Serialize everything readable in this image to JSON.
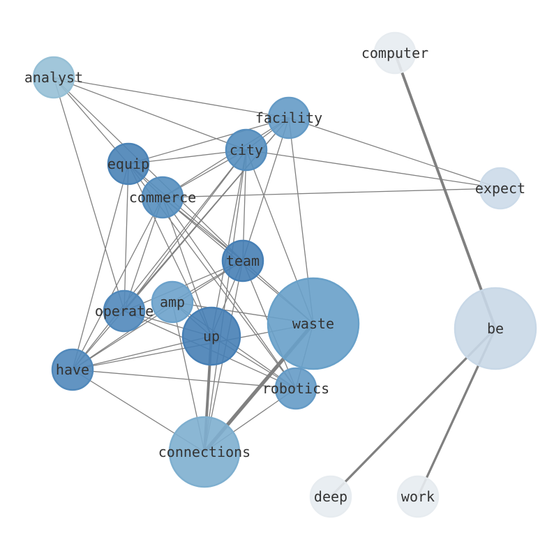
{
  "graph": {
    "nodes": [
      {
        "id": "analyst",
        "label": "analyst",
        "color": "#9ecae1"
      },
      {
        "id": "facility",
        "label": "facility",
        "color": "#6aa3d0"
      },
      {
        "id": "city",
        "label": "city",
        "color": "#5a96c8"
      },
      {
        "id": "equip",
        "label": "equip",
        "color": "#4f8ac0"
      },
      {
        "id": "commerce",
        "label": "commerce",
        "color": "#5a96c8"
      },
      {
        "id": "team",
        "label": "team",
        "color": "#4a86bf"
      },
      {
        "id": "operate",
        "label": "operate",
        "color": "#5590c5"
      },
      {
        "id": "amp",
        "label": "amp",
        "color": "#72abd6"
      },
      {
        "id": "up",
        "label": "up",
        "color": "#4a86bf"
      },
      {
        "id": "waste",
        "label": "waste",
        "color": "#6ea9d4"
      },
      {
        "id": "have",
        "label": "have",
        "color": "#5590c5"
      },
      {
        "id": "robotics",
        "label": "robotics",
        "color": "#6aa3d0"
      },
      {
        "id": "connections",
        "label": "connections",
        "color": "#85b8da"
      },
      {
        "id": "computer",
        "label": "computer",
        "color": "#f3f8fd"
      },
      {
        "id": "expect",
        "label": "expect",
        "color": "#d7e6f5"
      },
      {
        "id": "be",
        "label": "be",
        "color": "#d3e3f3"
      },
      {
        "id": "deep",
        "label": "deep",
        "color": "#f3f8fd"
      },
      {
        "id": "work",
        "label": "work",
        "color": "#f3f8fd"
      }
    ],
    "edges": [
      [
        "analyst",
        "facility",
        1
      ],
      [
        "analyst",
        "city",
        1
      ],
      [
        "analyst",
        "equip",
        1
      ],
      [
        "analyst",
        "team",
        1
      ],
      [
        "analyst",
        "operate",
        1
      ],
      [
        "facility",
        "expect",
        1
      ],
      [
        "facility",
        "equip",
        1
      ],
      [
        "facility",
        "city",
        1
      ],
      [
        "facility",
        "commerce",
        1
      ],
      [
        "facility",
        "team",
        1
      ],
      [
        "facility",
        "waste",
        1
      ],
      [
        "facility",
        "operate",
        1
      ],
      [
        "facility",
        "have",
        1
      ],
      [
        "city",
        "equip",
        1
      ],
      [
        "city",
        "expect",
        1
      ],
      [
        "city",
        "commerce",
        1
      ],
      [
        "city",
        "team",
        1
      ],
      [
        "city",
        "up",
        1
      ],
      [
        "city",
        "waste",
        1
      ],
      [
        "city",
        "operate",
        1
      ],
      [
        "city",
        "have",
        1
      ],
      [
        "city",
        "connections",
        1
      ],
      [
        "equip",
        "commerce",
        1
      ],
      [
        "equip",
        "team",
        1
      ],
      [
        "equip",
        "operate",
        1
      ],
      [
        "equip",
        "have",
        1
      ],
      [
        "equip",
        "up",
        1
      ],
      [
        "equip",
        "robotics",
        1
      ],
      [
        "commerce",
        "expect",
        1
      ],
      [
        "commerce",
        "team",
        1
      ],
      [
        "commerce",
        "operate",
        1
      ],
      [
        "commerce",
        "have",
        1
      ],
      [
        "commerce",
        "up",
        1
      ],
      [
        "commerce",
        "robotics",
        1
      ],
      [
        "commerce",
        "waste",
        1
      ],
      [
        "team",
        "operate",
        1
      ],
      [
        "team",
        "amp",
        1
      ],
      [
        "team",
        "have",
        1
      ],
      [
        "team",
        "up",
        1
      ],
      [
        "team",
        "waste",
        1
      ],
      [
        "team",
        "robotics",
        1
      ],
      [
        "team",
        "connections",
        1
      ],
      [
        "operate",
        "up",
        1
      ],
      [
        "operate",
        "robotics",
        1
      ],
      [
        "amp",
        "waste",
        1
      ],
      [
        "amp",
        "have",
        1
      ],
      [
        "amp",
        "robotics",
        1
      ],
      [
        "amp",
        "connections",
        1
      ],
      [
        "amp",
        "up",
        1
      ],
      [
        "up",
        "have",
        1
      ],
      [
        "up",
        "connections",
        3
      ],
      [
        "up",
        "robotics",
        1
      ],
      [
        "waste",
        "have",
        1
      ],
      [
        "waste",
        "connections",
        4
      ],
      [
        "waste",
        "robotics",
        1
      ],
      [
        "have",
        "robotics",
        1
      ],
      [
        "have",
        "connections",
        1
      ],
      [
        "robotics",
        "connections",
        1
      ],
      [
        "computer",
        "be",
        3
      ],
      [
        "be",
        "deep",
        2.5
      ],
      [
        "be",
        "work",
        2.5
      ]
    ]
  }
}
